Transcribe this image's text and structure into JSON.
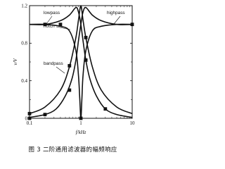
{
  "caption": "图 3   二阶通用滤波器的幅频响应",
  "chart_data": {
    "type": "line",
    "xscale": "log",
    "xlim": [
      0.1,
      10
    ],
    "ylim": [
      0,
      1.2
    ],
    "xlabel": "f/kHz",
    "ylabel": "v/V",
    "x_ticks": [
      0.1,
      1,
      10
    ],
    "x_tick_labels": [
      "0.1",
      "1",
      "10"
    ],
    "y_ticks": [
      0,
      0.4,
      0.8,
      1.2
    ],
    "y_tick_labels": [
      "0",
      "0.4",
      "0.8",
      "1.2"
    ],
    "grid": false,
    "series": [
      {
        "name": "lowpass",
        "x": [
          0.1,
          0.2,
          0.4,
          0.6,
          0.8,
          0.9,
          1.0,
          1.1,
          1.25,
          1.5,
          2,
          3,
          5,
          10
        ],
        "y": [
          1.0,
          1.0,
          1.04,
          1.1,
          1.18,
          1.13,
          1.0,
          0.83,
          0.62,
          0.42,
          0.24,
          0.1,
          0.04,
          0.01
        ]
      },
      {
        "name": "highpass",
        "x": [
          0.1,
          0.2,
          0.33,
          0.5,
          0.67,
          0.8,
          0.9,
          1.0,
          1.1,
          1.25,
          1.67,
          2.5,
          5,
          10
        ],
        "y": [
          0.01,
          0.04,
          0.1,
          0.24,
          0.42,
          0.62,
          0.83,
          1.0,
          1.13,
          1.18,
          1.1,
          1.04,
          1.0,
          1.0
        ]
      },
      {
        "name": "notch",
        "x": [
          0.1,
          0.2,
          0.4,
          0.6,
          0.8,
          0.9,
          0.95,
          1.0,
          1.05,
          1.1,
          1.25,
          1.67,
          2.5,
          5,
          10
        ],
        "y": [
          1.0,
          1.0,
          0.98,
          0.93,
          0.72,
          0.45,
          0.22,
          0.0,
          0.22,
          0.45,
          0.72,
          0.93,
          0.98,
          1.0,
          1.0
        ]
      },
      {
        "name": "bandpass",
        "x": [
          0.1,
          0.2,
          0.4,
          0.6,
          0.8,
          0.9,
          1.0,
          1.1,
          1.25,
          1.67,
          2.5,
          5,
          10
        ],
        "y": [
          0.05,
          0.12,
          0.3,
          0.55,
          0.86,
          1.05,
          1.2,
          1.05,
          0.86,
          0.55,
          0.3,
          0.12,
          0.05
        ]
      }
    ],
    "markers": [
      {
        "x": 0.1,
        "y": 0.0
      },
      {
        "x": 0.2,
        "y": 0.04
      },
      {
        "x": 0.6,
        "y": 0.3
      },
      {
        "x": 0.6,
        "y": 0.56
      },
      {
        "x": 1.25,
        "y": 0.62
      },
      {
        "x": 1.25,
        "y": 0.86
      },
      {
        "x": 3.0,
        "y": 0.1
      },
      {
        "x": 0.1,
        "y": 0.05
      },
      {
        "x": 0.2,
        "y": 1.0
      },
      {
        "x": 0.4,
        "y": 1.0
      },
      {
        "x": 10,
        "y": 1.0
      },
      {
        "x": 1.0,
        "y": 0.0
      }
    ]
  }
}
